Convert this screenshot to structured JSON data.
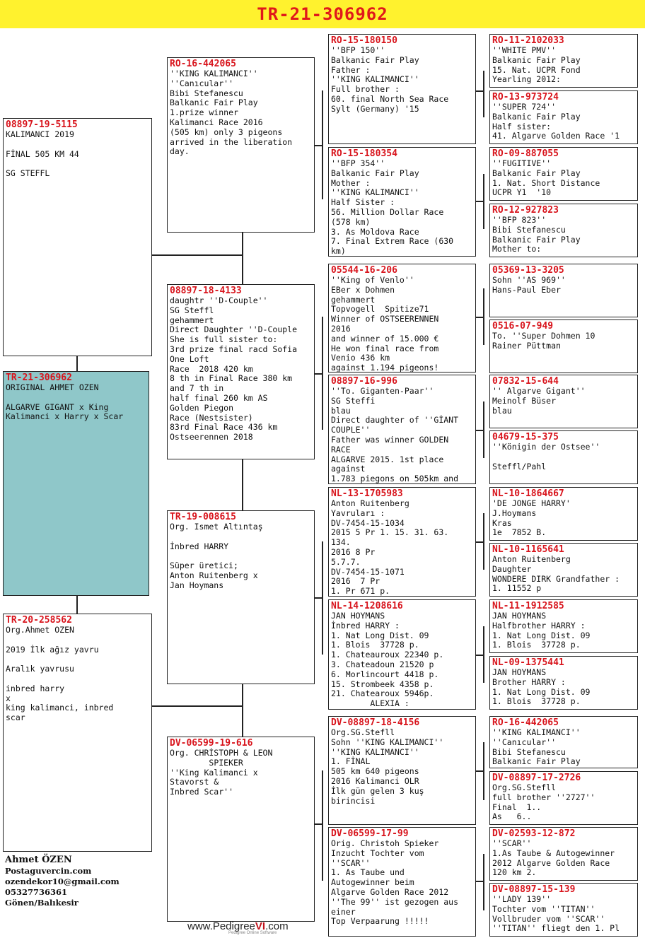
{
  "title": "TR-21-306962",
  "subject": {
    "ring": "TR-21-306962",
    "lines": [
      "ORIGINAL AHMET OZEN",
      "",
      "ALGARVE GIGANT x King",
      "Kalimanci x Harry x Scar"
    ]
  },
  "sire": {
    "ring": "08897-19-5115",
    "lines": [
      "KALIMANCI 2019",
      "",
      "FİNAL 505 KM 44",
      "",
      "SG STEFFL"
    ]
  },
  "dam": {
    "ring": "TR-20-258562",
    "lines": [
      "Org.Ahmet OZEN",
      "",
      "2019 İlk ağız yavru",
      "",
      "Aralık yavrusu",
      "",
      "inbred harry",
      "x",
      "king kalimanci, inbred",
      "scar"
    ]
  },
  "gen2": [
    {
      "ring": "RO-16-442065",
      "lines": [
        "''KING KALIMANCI''",
        "''Canıcular''",
        "Bibi Stefanescu",
        "Balkanic Fair Play",
        "1.prize winner",
        "Kalimanci Race 2016",
        "(505 km) only 3 pigeons",
        "arrived in the liberation",
        "day."
      ]
    },
    {
      "ring": "08897-18-4133",
      "lines": [
        "daughtr ''D-Couple''",
        "SG Steffl",
        "gehammert",
        "Direct Daughter ''D-Couple",
        "She is full sister to:",
        "3rd prize final racd Sofia",
        "One Loft",
        "Race  2018 420 km",
        "8 th in Final Race 380 km",
        "and 7 th in",
        "half final 260 km AS",
        "Golden Piegon",
        "Race (Nestsister)",
        "83rd Final Race 436 km",
        "Ostseerennen 2018"
      ]
    },
    {
      "ring": "TR-19-008615",
      "lines": [
        "Org. Ismet Altıntaş",
        "",
        "İnbred HARRY",
        "",
        "Süper üretici;",
        "Anton Ruitenberg x",
        "Jan Hoymans"
      ]
    },
    {
      "ring": "DV-06599-19-616",
      "lines": [
        "Org. CHRİSTOPH & LEON",
        "        SPIEKER",
        "''King Kalimanci x",
        "Stavorst &",
        "Inbred Scar''"
      ]
    }
  ],
  "gen3": [
    {
      "ring": "RO-15-180150",
      "lines": [
        "''BFP 150''",
        "Balkanic Fair Play",
        "Father :",
        "''KING KALIMANCI''",
        "Full brother :",
        "60. final North Sea Race",
        "Sylt (Germany) '15"
      ]
    },
    {
      "ring": "RO-15-180354",
      "lines": [
        "''BFP 354''",
        "Balkanic Fair Play",
        "Mother :",
        "''KING KALIMANCI''",
        "Half Sister :",
        "56. Million Dollar Race",
        "(578 km)",
        "3. As Moldova Race",
        "7. Final Extrem Race (630",
        "km)"
      ]
    },
    {
      "ring": "05544-16-206",
      "lines": [
        "''King of Venlo''",
        "EBer x Dohmen",
        "gehammert",
        "Topvogell  Spitize71",
        "Winner of OSTSEERENNEN",
        "2016",
        "and winner of 15.000 €",
        "He won final race from",
        "Venio 436 km",
        "against 1.194 pigeons!"
      ]
    },
    {
      "ring": "08897-16-996",
      "lines": [
        "''To. Giganten-Paar''",
        "SG Steffi",
        "blau",
        "Direct daughter of ''GİANT",
        "COUPLE''",
        "Father was winner GOLDEN",
        "RACE",
        "ALGARVE 2015. 1st place",
        "against",
        "1.783 piegons on 505km and"
      ]
    },
    {
      "ring": "NL-13-1705983",
      "lines": [
        "Anton Ruitenberg",
        "Yavruları :",
        "DV-7454-15-1034",
        "2015 5 Pr 1. 15. 31. 63.",
        "134.",
        "2016 8 Pr",
        "5.7.7.",
        "DV-7454-15-1071",
        "2016  7 Pr",
        "1. Pr 671 p."
      ]
    },
    {
      "ring": "NL-14-1208616",
      "lines": [
        "JAN HOYMANS",
        "İnbred HARRY :",
        "1. Nat Long Dist. 09",
        "1. Blois  37728 p.",
        "1. Chateauroux 22340 p.",
        "3. Chateadoun 21520 p",
        "6. Morlincourt 4418 p.",
        "15. Strombeek 4358 p.",
        "21. Chatearoux 5946p.",
        "        ALEXIA :"
      ]
    },
    {
      "ring": "DV-08897-18-4156",
      "lines": [
        "Org.SG.Stefll",
        "Sohn ''KING KALIMANCI''",
        "''KING KALIMANCI''",
        "1. FİNAL",
        "505 km 640 pigeons",
        "2016 Kalimanci OLR",
        "İlk gün gelen 3 kuş",
        "birincisi"
      ]
    },
    {
      "ring": "DV-06599-17-99",
      "lines": [
        "Orig. Christoh Spieker",
        "Inzucht Tochter vom",
        "''SCAR''",
        "1. As Taube und",
        "Autogewinner beim",
        "Algarve Golden Race 2012",
        "''The 99'' ist gezogen aus",
        "einer",
        "Top Verpaarung !!!!!"
      ]
    }
  ],
  "gen4": [
    {
      "ring": "RO-11-2102033",
      "lines": [
        "''WHITE PMV''",
        "Balkanic Fair Play",
        "15. Nat. UCPR Fond",
        "Yearling 2012:"
      ]
    },
    {
      "ring": "RO-13-973724",
      "lines": [
        "''SUPER 724''",
        "Balkanic Fair Play",
        "Half sister:",
        "41. Algarve Golden Race '1"
      ]
    },
    {
      "ring": "RO-09-887055",
      "lines": [
        "''FUGITIVE''",
        "Balkanic Fair Play",
        "1. Nat. Short Distance",
        "UCPR Y1  '10"
      ]
    },
    {
      "ring": "RO-12-927823",
      "lines": [
        "''BFP 823''",
        "Bibi Stefanescu",
        "Balkanic Fair Play",
        "Mother to:"
      ]
    },
    {
      "ring": "05369-13-3205",
      "lines": [
        "Sohn ''AS 969''",
        "Hans-Paul Eber"
      ]
    },
    {
      "ring": "0516-07-949",
      "lines": [
        "To. ''Super Dohmen 10",
        "Rainer Püttman"
      ]
    },
    {
      "ring": "07832-15-644",
      "lines": [
        "'' Algarve Gigant''",
        "Meinolf Büser",
        "blau"
      ]
    },
    {
      "ring": "04679-15-375",
      "lines": [
        "''Königin der Ostsee''",
        "",
        "Steffl/Pahl"
      ]
    },
    {
      "ring": "NL-10-1864667",
      "lines": [
        "'DE JONGE HARRY'",
        "J.Hoymans",
        "Kras",
        "1e  7852 B."
      ]
    },
    {
      "ring": "NL-10-1165641",
      "lines": [
        "Anton Ruitenberg",
        "Daughter",
        "WONDERE DIRK Grandfather :",
        "1. 11552 p"
      ]
    },
    {
      "ring": "NL-11-1912585",
      "lines": [
        "JAN HOYMANS",
        "Halfbrother HARRY :",
        "1. Nat Long Dist. 09",
        "1. Blois  37728 p."
      ]
    },
    {
      "ring": "NL-09-1375441",
      "lines": [
        "JAN HOYMANS",
        "Brother HARRY :",
        "1. Nat Long Dist. 09",
        "1. Blois  37728 p."
      ]
    },
    {
      "ring": "RO-16-442065",
      "lines": [
        "''KING KALIMANCI''",
        "''Canıcular''",
        "Bibi Stefanescu",
        "Balkanic Fair Play"
      ]
    },
    {
      "ring": "DV-08897-17-2726",
      "lines": [
        "Org.SG.Stefll",
        "full brother ''2727''",
        "Final  1..",
        "As   6.."
      ]
    },
    {
      "ring": "DV-02593-12-872",
      "lines": [
        "''SCAR''",
        "1.As Taube & Autogewinner",
        "2012 Algarve Golden Race",
        "120 km 2."
      ]
    },
    {
      "ring": "DV-08897-15-139",
      "lines": [
        "''LADY 139''",
        "Tochter vom ''TITAN''",
        "Vollbruder vom ''SCAR''",
        "''TITAN'' fliegt den 1. Pl"
      ]
    }
  ],
  "owner": {
    "name": "Ahmet ÖZEN",
    "lines": [
      "Postaguvercin.com",
      "ozendekor10@gmail.com",
      "05327736361",
      "Gönen/Balıkesir"
    ]
  },
  "logo": {
    "prefix": "www.Pedigree",
    "mark": "VI",
    "suffix": ".com",
    "tagline": "Pedigree Online Software"
  }
}
